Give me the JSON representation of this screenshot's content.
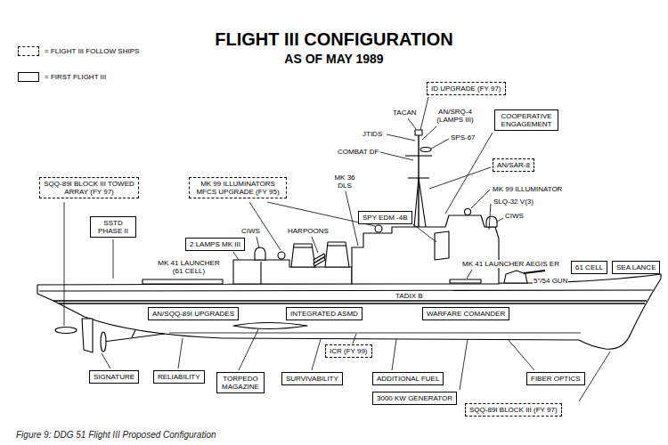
{
  "diagram": {
    "title": "FLIGHT III CONFIGURATION",
    "caption": "Figure 9: DDG 51 Flight III Proposed Configuration",
    "nodes": [
      {
        "text": [
          "ID UPGRADE (FY 97)"
        ]
      },
      {
        "text": [
          "COOPERATIVE ENGAGEMENT"
        ]
      },
      {
        "text": [
          "SQQ-89I BLOCK III TOWED ARRAY (FY 97)"
        ]
      },
      {
        "text": [
          "MK 99 ILLUMINATORS MFCS UPGRADE (FY 95)"
        ]
      },
      {
        "text": [
          "AN/SAR-8"
        ]
      },
      {
        "text": [
          "SPY EDM -4B"
        ]
      },
      {
        "text": [
          "SSTD PHASE II"
        ]
      },
      {
        "text": [
          "2 LAMPS MK III"
        ]
      },
      {
        "text": [
          "61 CELL"
        ]
      },
      {
        "text": [
          "SEA LANCE"
        ]
      },
      {
        "text": [
          "AN/SQQ-89I UPGRADES"
        ]
      },
      {
        "text": [
          "INTEGRATED ASMD"
        ]
      },
      {
        "text": [
          "WARFARE COMANDER"
        ]
      },
      {
        "text": [
          "ICR (FY 99)"
        ]
      },
      {
        "text": [
          "SIGNATURE"
        ]
      },
      {
        "text": [
          "RELIABILITY"
        ]
      },
      {
        "text": [
          "TORPEDO MAGAZINE"
        ]
      },
      {
        "text": [
          "SURVIVABILITY"
        ]
      },
      {
        "text": [
          "ADDITIONAL FUEL"
        ]
      },
      {
        "text": [
          "FIBER OPTICS"
        ]
      },
      {
        "text": [
          "3000 KW GENERATOR"
        ]
      },
      {
        "text": [
          "SQQ-89I BLOCK III (FY 97)"
        ]
      }
    ],
    "labels": [
      "AS OF MAY 1989",
      "TACAN",
      "AN/SRQ-4 (LAMPS III)",
      "JTIDS",
      "SPS-67",
      "COMBAT DF",
      "MK 36 DLS",
      "MK 99 ILLUMINATOR",
      "SLQ-32 V(3)",
      "CIWS",
      "CIWS",
      "HARPOONS",
      "MK 41 LAUNCHER (61 CELL)",
      "MK 41 LAUNCHER AEGIS ER",
      "5\"/54 GUN",
      "TADIX B"
    ],
    "legend": [
      {
        "text": "= FLIGHT III FOLLOW SHIPS"
      },
      {
        "text": "= FIRST FLIGHT III"
      }
    ]
  }
}
